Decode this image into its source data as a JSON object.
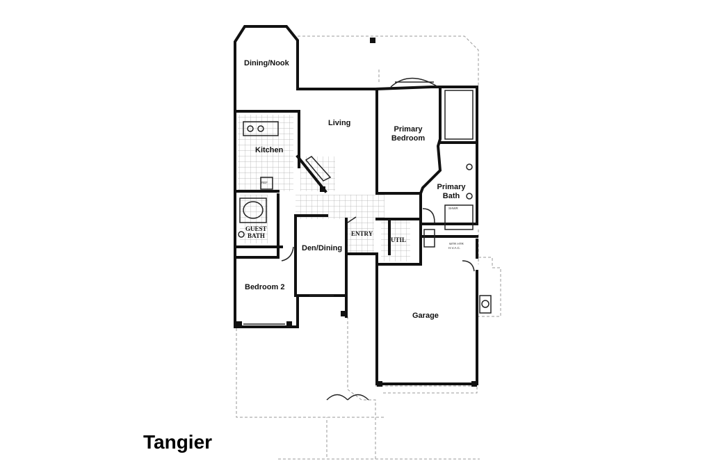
{
  "plan": {
    "title": "Tangier",
    "rooms": {
      "dining_nook": "Dining/Nook",
      "living": "Living",
      "primary_bedroom": [
        "Primary",
        "Bedroom"
      ],
      "kitchen": "Kitchen",
      "primary_bath": [
        "Primary",
        "Bath"
      ],
      "guest_bath": [
        "GUEST",
        "BATH"
      ],
      "entry": "ENTRY",
      "util": "UTIL",
      "den_dining": "Den/Dining",
      "bedroom_2": "Bedroom 2",
      "garage": "Garage"
    }
  }
}
